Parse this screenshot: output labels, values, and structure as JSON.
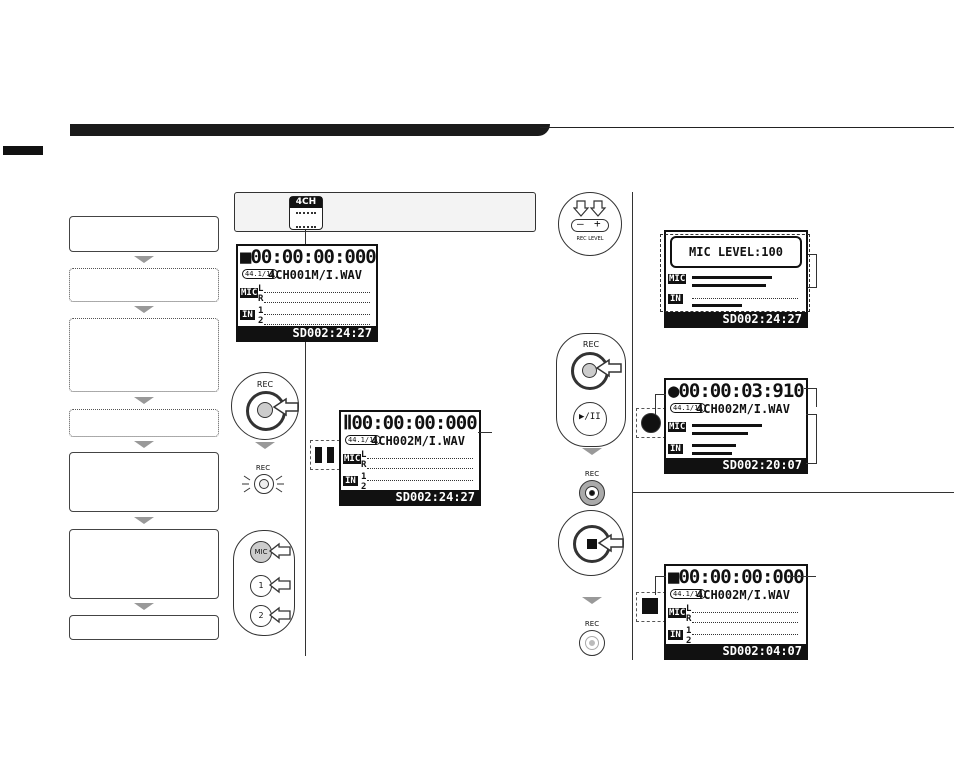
{
  "buttons": {
    "four_ch": "4CH",
    "rec": "REC",
    "rec_level": "REC LEVEL",
    "rec_level_minus": "–",
    "rec_level_plus": "+",
    "mic": "MIC",
    "ch1": "1",
    "ch2": "2"
  },
  "screens": {
    "standby": {
      "time": "00:00:00:000",
      "rate": "44.1/16",
      "file": "4CH001M/I.WAV",
      "mic": "MIC",
      "in": "IN",
      "remaining": "002:24:27"
    },
    "pause": {
      "time": "00:00:00:000",
      "rate": "44.1/16",
      "file": "4CH002M/I.WAV",
      "mic": "MIC",
      "in": "IN",
      "remaining": "002:24:27"
    },
    "level": {
      "banner": "MIC LEVEL:100",
      "mic": "MIC",
      "in": "IN",
      "remaining": "002:24:27"
    },
    "recording": {
      "time": "00:00:03:910",
      "rate": "44.1/16",
      "file": "4CH002M/I.WAV",
      "mic": "MIC",
      "in": "IN",
      "remaining": "002:20:07"
    },
    "stopped": {
      "time": "00:00:00:000",
      "rate": "44.1/16",
      "file": "4CH002M/I.WAV",
      "mic": "MIC",
      "in": "IN",
      "remaining": "002:04:07"
    }
  },
  "channel_labels": {
    "l": "L",
    "r": "R",
    "one": "1",
    "two": "2"
  },
  "sd_prefix": "SD"
}
